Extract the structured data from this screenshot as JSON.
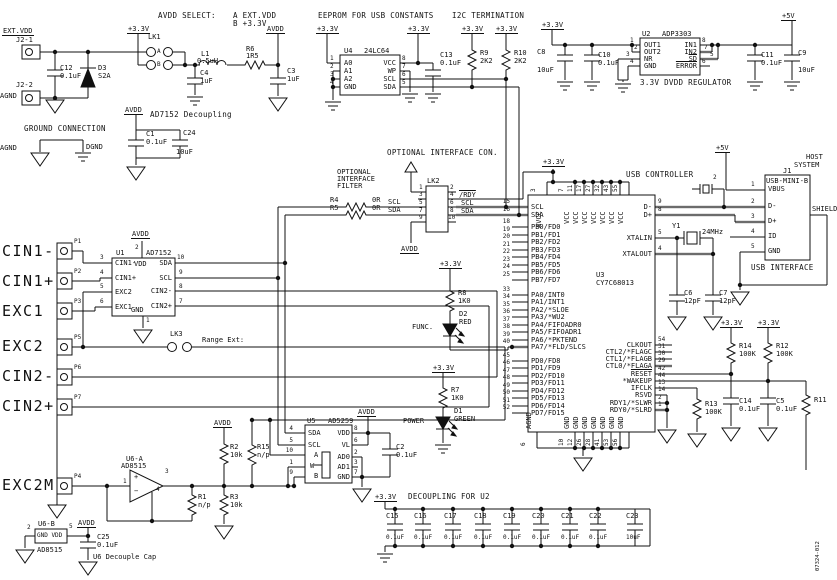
{
  "fig": "07324-012",
  "sec_ext": {
    "title": "EXT.VDD",
    "j21": "J2-1",
    "j22": "J2-2",
    "agnd": "AGND",
    "c12": "C12",
    "c12v": "0.1uF",
    "d3": "D3",
    "d3v": "S2A",
    "p33": "+3.3V",
    "lk1": "LK1",
    "ja": "A",
    "jb": "B",
    "l1": "L1",
    "l1v": "0.5uH",
    "r6": "R6",
    "r6v": "1R5",
    "c4": "C4",
    "c4v": "1uF",
    "c3": "C3",
    "c3v": "1uF",
    "avdd": "AVDD",
    "sel1": "AVDD SELECT:",
    "sel2": "A EXT.VDD",
    "sel3": "B +3.3V"
  },
  "sec_gnd": {
    "title": "GROUND CONNECTION",
    "agnd": "AGND",
    "dgnd": "DGND"
  },
  "sec_dec1": {
    "avdd": "AVDD",
    "title": "AD7152 Decoupling",
    "c1": "C1",
    "c1v": "0.1uF",
    "c24": "C24",
    "c24v": "10uF"
  },
  "sec_eeprom": {
    "title": "EEPROM FOR USB CONSTANTS",
    "p33a": "+3.3V",
    "p33b": "+3.3V",
    "u4": "U4",
    "part": "24LC64",
    "a0": "A0",
    "a1": "A1",
    "a2": "A2",
    "gnd": "GND",
    "vcc": "VCC",
    "wp": "WP",
    "scl": "SCL",
    "sda": "SDA",
    "n1": "1",
    "n2": "2",
    "n3": "3",
    "n4": "4",
    "n5": "5",
    "n6": "6",
    "n7": "7",
    "n8": "8",
    "c13": "C13",
    "c13v": "0.1uF"
  },
  "sec_i2c": {
    "title": "I2C TERMINATION",
    "p33a": "+3.3V",
    "p33b": "+3.3V",
    "r9": "R9",
    "r9v": "2K2",
    "r10": "R10",
    "r10v": "2K2"
  },
  "sec_reg": {
    "p33": "+3.3V",
    "p5": "+5V",
    "u2": "U2",
    "part": "ADP3303",
    "out1": "OUT1",
    "out2": "OUT2",
    "nr": "NR",
    "gnd": "GND",
    "in1": "IN1",
    "in2": "IN2",
    "sd": "SD",
    "error": "ERROR",
    "n1": "1",
    "n2": "2",
    "n3": "3",
    "n4": "4",
    "n5": "5",
    "n6": "6",
    "n7": "7",
    "n8": "8",
    "caption": "3.3V DVDD REGULATOR",
    "c8": "C8",
    "c8v": "10uF",
    "c10": "C10",
    "c10v": "0.1uF",
    "c11": "C11",
    "c11v": "0.1uF",
    "c9": "C9",
    "c9v": "10uF"
  },
  "sec_usb": {
    "p5": "+5V",
    "host1": "HOST",
    "host2": "SYSTEM",
    "j1": "J1",
    "part": "USB-MINI-B",
    "vbus": "VBUS",
    "dm": "D-",
    "dp": "D+",
    "id": "ID",
    "gnd": "GND",
    "n1": "1",
    "n2": "2",
    "n3": "3",
    "n4": "4",
    "n5": "5",
    "shield": "SHIELD",
    "iface": "USB INTERFACE"
  },
  "u3": {
    "p33": "+3.3V",
    "title": "USB CONTROLLER",
    "xlabel": "2",
    "ref": "U3",
    "part": "CY7C68013",
    "y1": "Y1",
    "y1v": "24MHz",
    "c6": "C6",
    "c6v": "12pF",
    "c7": "C7",
    "c7v": "12pF",
    "left": [
      [
        "15",
        "SCL"
      ],
      [
        "16",
        "SDA"
      ],
      [
        "18",
        "PB0/FD0"
      ],
      [
        "19",
        "PB1/FD1"
      ],
      [
        "20",
        "PB2/FD2"
      ],
      [
        "21",
        "PB3/FD3"
      ],
      [
        "22",
        "PB4/FD4"
      ],
      [
        "23",
        "PB5/FD5"
      ],
      [
        "24",
        "PB6/FD6"
      ],
      [
        "25",
        "PB7/FD7"
      ],
      [
        "33",
        "PA0/INT0"
      ],
      [
        "34",
        "PA1/INT1"
      ],
      [
        "35",
        "PA2/*SLOE"
      ],
      [
        "36",
        "PA3/*WU2"
      ],
      [
        "37",
        "PA4/FIFOADR0"
      ],
      [
        "38",
        "PA5/FIFOADR1"
      ],
      [
        "39",
        "PA6/*PKTEND"
      ],
      [
        "40",
        "PA7/*FLD/SLCS"
      ],
      [
        "45",
        "PD0/FD8"
      ],
      [
        "46",
        "PD1/FD9"
      ],
      [
        "47",
        "PD2/FD10"
      ],
      [
        "48",
        "PD3/FD11"
      ],
      [
        "49",
        "PD4/FD12"
      ],
      [
        "50",
        "PD5/FD13"
      ],
      [
        "51",
        "PD6/FD14"
      ],
      [
        "52",
        "PD7/FD15"
      ]
    ],
    "right": [
      [
        "9",
        "D-"
      ],
      [
        "8",
        "D+"
      ],
      [
        "5",
        "XTALIN"
      ],
      [
        "4",
        "XTALOUT"
      ],
      [
        "54",
        "CLKOUT"
      ],
      [
        "31",
        "CTL2/*FLAGC"
      ],
      [
        "30",
        "CTL1/*FLAGB"
      ],
      [
        "29",
        "CTL0/*FLAGA"
      ],
      [
        "42",
        "RESET"
      ],
      [
        "44",
        "*WAKEUP"
      ],
      [
        "13",
        "IFCLK"
      ],
      [
        "14",
        "RSVD"
      ],
      [
        "2",
        "RDY1/*SLWR"
      ],
      [
        "1",
        "RDY0/*SLRD"
      ]
    ],
    "top": [
      [
        "3",
        "AVCC"
      ],
      [
        "7",
        "VCC"
      ],
      [
        "11",
        "VCC"
      ],
      [
        "17",
        "VCC"
      ],
      [
        "27",
        "VCC"
      ],
      [
        "32",
        "VCC"
      ],
      [
        "43",
        "VCC"
      ],
      [
        "55",
        "VCC"
      ]
    ],
    "bottom": [
      [
        "6",
        "AGND"
      ],
      [
        "10",
        "GND"
      ],
      [
        "12",
        "GND"
      ],
      [
        "26",
        "GND"
      ],
      [
        "28",
        "GND"
      ],
      [
        "41",
        "GND"
      ],
      [
        "53",
        "GND"
      ],
      [
        "56",
        "GND"
      ]
    ]
  },
  "sec_leds": {
    "p33f": "+3.3V",
    "r8": "R8",
    "r8v": "1K0",
    "d2": "D2",
    "d2v": "RED",
    "func": "FUNC.",
    "p33p": "+3.3V",
    "r7": "R7",
    "r7v": "1K0",
    "d1": "D1",
    "d1v": "GREEN",
    "power": "POWER"
  },
  "sec_pulls": {
    "p33a": "+3.3V",
    "p33b": "+3.3V",
    "r14": "R14",
    "r14v": "100K",
    "r12": "R12",
    "r12v": "100K",
    "r13": "R13",
    "r13v": "100K",
    "c14": "C14",
    "c14v": "0.1uF",
    "c5": "C5",
    "c5v": "0.1uF",
    "r11": "R11"
  },
  "sec_analog": {
    "cin1m": "CIN1-",
    "cin1p": "CIN1+",
    "exc1": "EXC1",
    "exc2": "EXC2",
    "cin2m": "CIN2-",
    "cin2p": "CIN2+",
    "exc2m": "EXC2M",
    "p1": "P1",
    "p2": "P2",
    "p3": "P3",
    "p5": "P5",
    "p6": "P6",
    "p7": "P7",
    "p4": "P4",
    "avdd": "AVDD",
    "u1": "U1",
    "part": "AD7152",
    "vdd": "VDD",
    "gnd": "GND",
    "l_cin1m": "CIN1-",
    "l_cin1p": "CIN1+",
    "l_exc2": "EXC2",
    "l_exc1": "EXC1",
    "l_sda": "SDA",
    "l_scl": "SCL",
    "l_cin2m": "CIN2-",
    "l_cin2p": "CIN2+",
    "n1": "1",
    "n2": "2",
    "n3": "3",
    "n4": "4",
    "n5": "5",
    "n6": "6",
    "n7": "7",
    "n8": "8",
    "n9": "9",
    "n10": "10",
    "lk3": "LK3",
    "range": "Range Ext:"
  },
  "sec_filter": {
    "t1": "OPTIONAL",
    "t2": "INTERFACE",
    "t3": "FILTER",
    "r4": "R4",
    "r5": "R5",
    "r4v": "0R",
    "r5v": "0R",
    "scl": "SCL",
    "sda": "SDA"
  },
  "sec_lk2": {
    "title": "OPTIONAL INTERFACE CON.",
    "lk2": "LK2",
    "n1": "1",
    "n2": "2",
    "n3": "3",
    "n4": "4",
    "n5": "5",
    "n6": "6",
    "n7": "7",
    "n8": "8",
    "n9": "9",
    "n10": "10",
    "rdy": "/RDY",
    "scl": "SCL",
    "sda": "SDA",
    "avdd": "AVDD"
  },
  "sec_u5": {
    "avdd_l": "AVDD",
    "avdd_r": "AVDD",
    "r2": "R2",
    "r2v": "10k",
    "r15": "R15",
    "r15v": "n/p",
    "u5": "U5",
    "part": "AD5259",
    "sda": "SDA",
    "scl": "SCL",
    "a": "A",
    "w": "W",
    "b": "B",
    "vdd": "VDD",
    "vl": "VL",
    "ad0": "AD0",
    "ad1": "AD1",
    "gnd": "GND",
    "n1": "1",
    "n2": "2",
    "n3": "3",
    "n4": "4",
    "n5": "5",
    "n6": "6",
    "n7": "7",
    "n8": "8",
    "n9": "9",
    "n10": "10",
    "c2": "C2",
    "c2v": "0.1uF",
    "r1": "R1",
    "r1v": "n/p",
    "r3": "R3",
    "r3v": "10k"
  },
  "sec_u6": {
    "u6a": "U6-A",
    "parta": "AD8515",
    "plus": "+",
    "minus": "−",
    "n1": "1",
    "n3": "3",
    "n4": "4",
    "u6b": "U6-B",
    "gndvdd": "GND VDD",
    "partb": "AD8515",
    "n2": "2",
    "n5": "5",
    "avdd": "AVDD",
    "c25": "C25",
    "c25v": "0.1uF",
    "note": "U6 Decouple Cap"
  },
  "sec_dec2": {
    "p33": "+3.3V",
    "title": "DECOUPLING FOR U2",
    "caps": [
      [
        "C15",
        "0.1uF"
      ],
      [
        "C16",
        "0.1uF"
      ],
      [
        "C17",
        "0.1uF"
      ],
      [
        "C18",
        "0.1uF"
      ],
      [
        "C19",
        "0.1uF"
      ],
      [
        "C20",
        "0.1uF"
      ],
      [
        "C21",
        "0.1uF"
      ],
      [
        "C22",
        "0.1uF"
      ],
      [
        "C23",
        "10uF"
      ]
    ]
  }
}
